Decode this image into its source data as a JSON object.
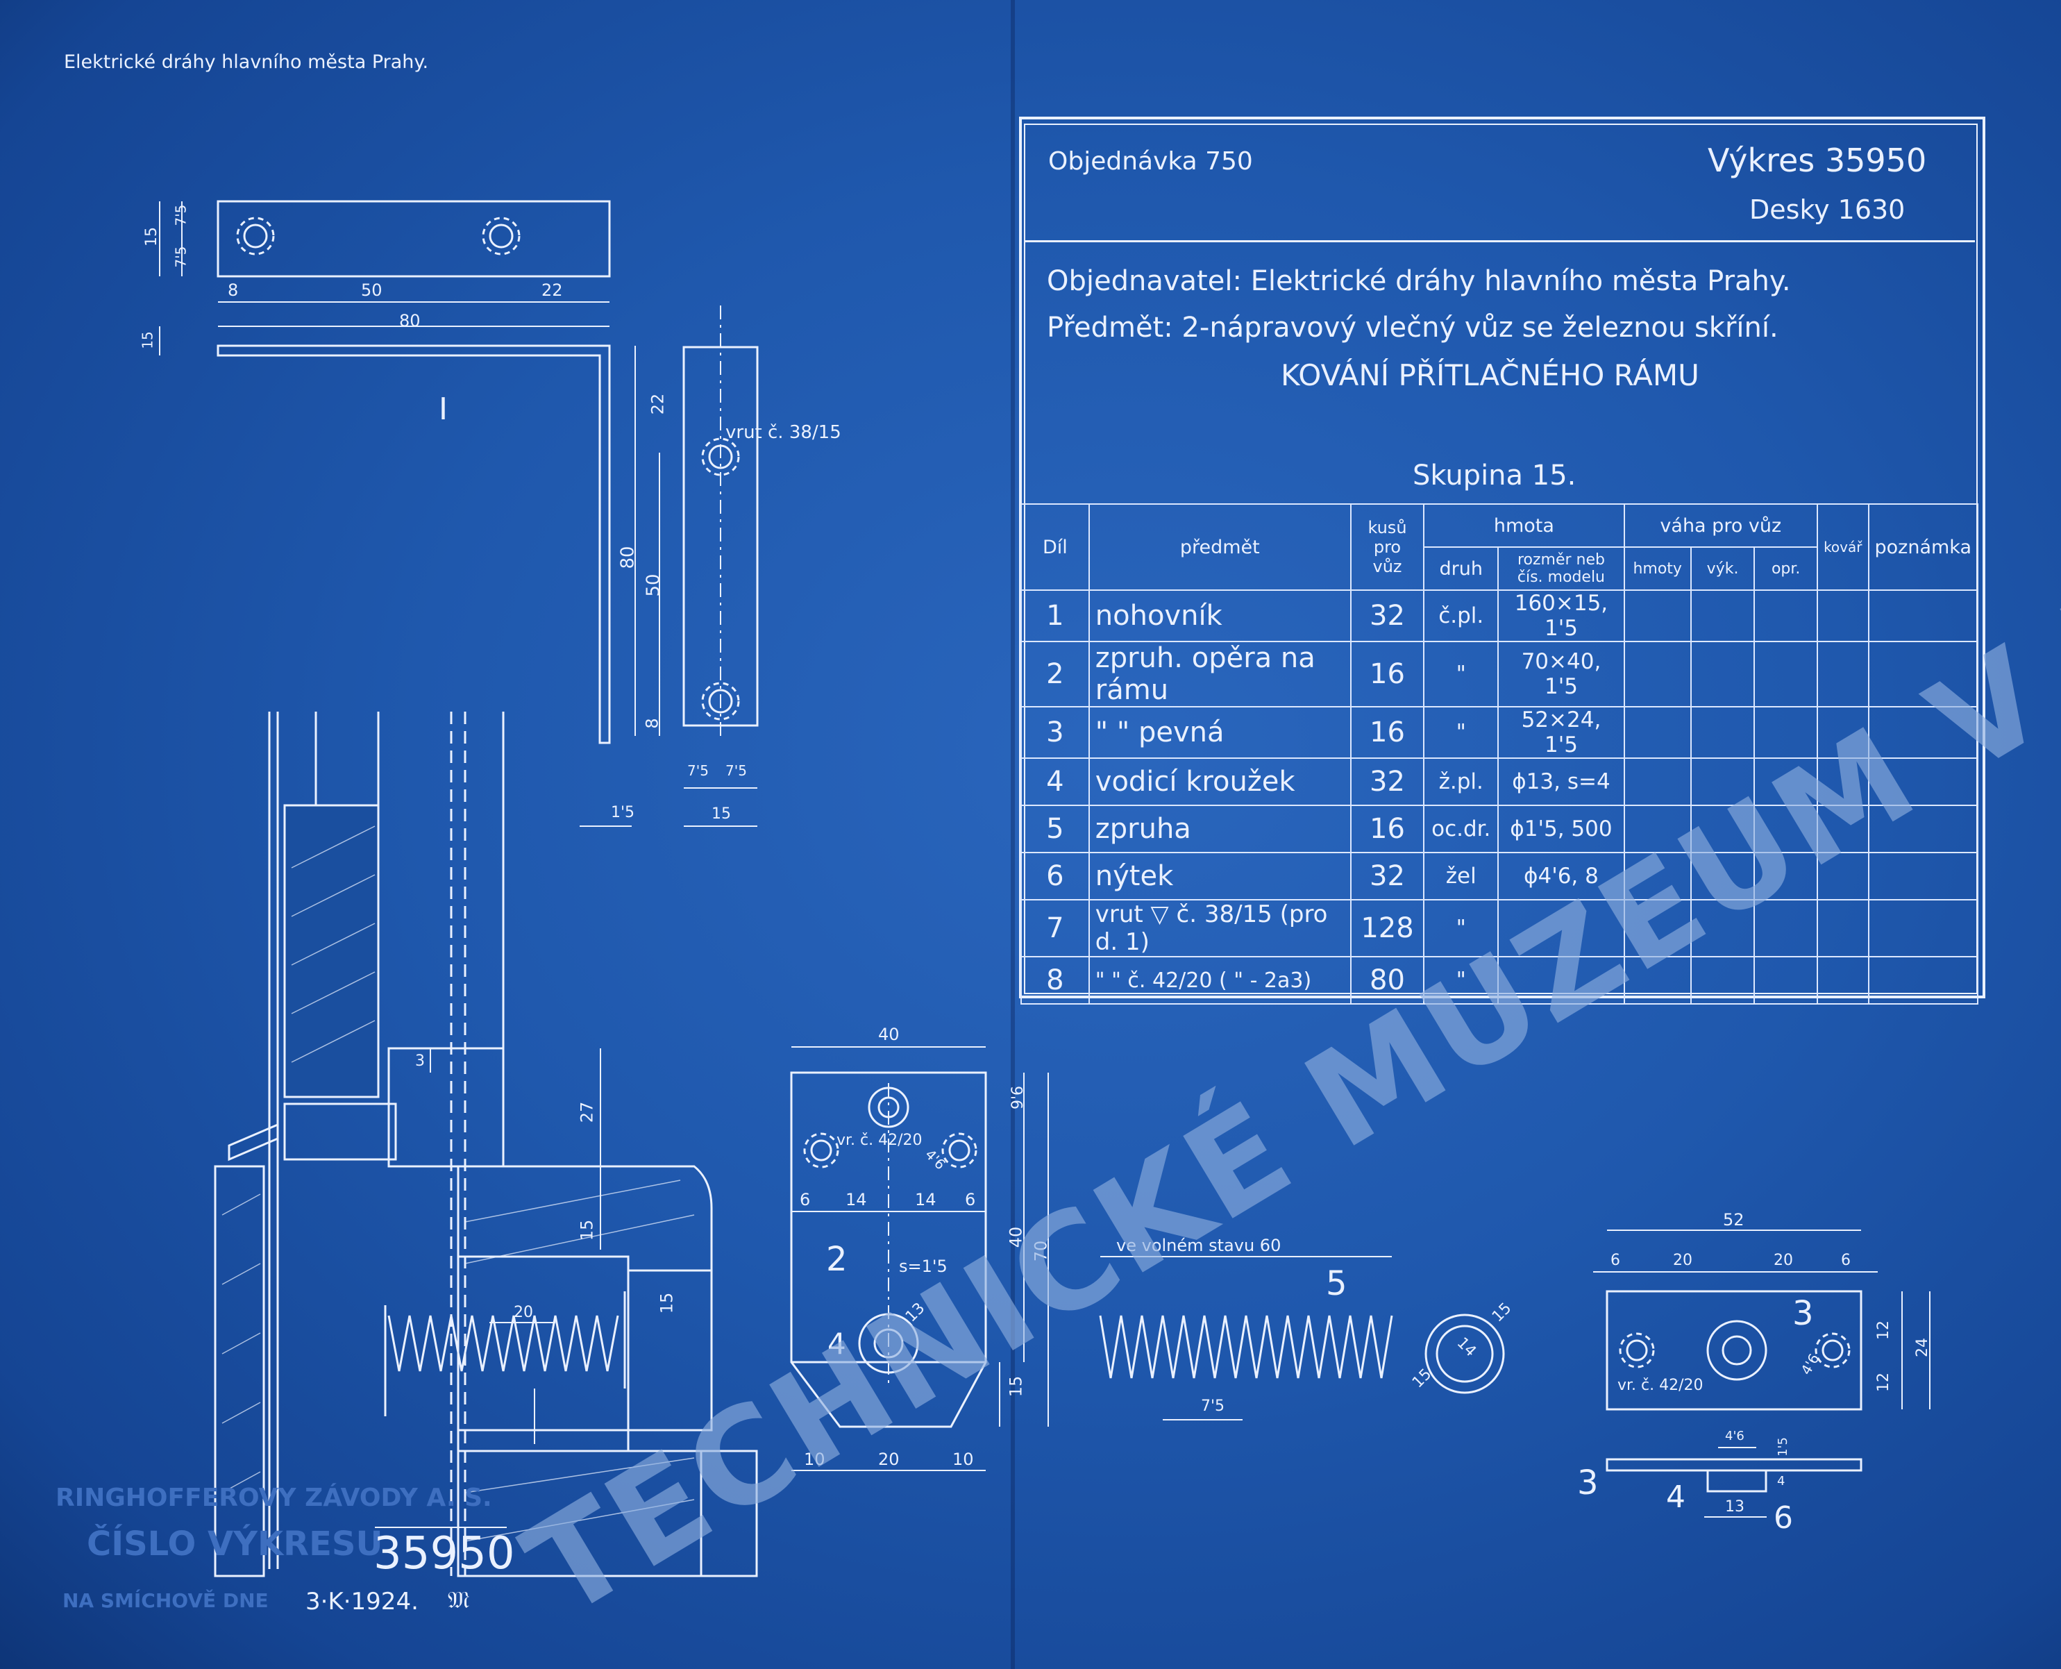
{
  "header": {
    "org_left": "Elektrické dráhy hlavního města Prahy."
  },
  "title_block": {
    "order": "Objednávka 750",
    "drawing": "Výkres 35950",
    "plates": "Desky 1630",
    "customer": "Objednavatel: Elektrické dráhy hlavního města Prahy.",
    "subject": "Předmět:  2-nápravový vlečný vůz se železnou skříní.",
    "name": "KOVÁNÍ PŘÍTLAČNÉHO RÁMU",
    "group": "Skupina 15."
  },
  "parts_table": {
    "headers": {
      "dil": "Díl",
      "predmet": "předmět",
      "kusu": "kusů pro vůz",
      "hmota": "hmota",
      "druh": "druh",
      "rozmer": "rozměr neb čís. modelu",
      "vaha": "váha pro vůz",
      "hmoty": "hmoty",
      "vyk": "výk.",
      "opr": "opr.",
      "kovar": "kovář",
      "poznamka": "poznámka"
    },
    "rows": [
      {
        "dil": "1",
        "predmet": "nohovník",
        "kusu": "32",
        "druh": "č.pl.",
        "rozmer": "160×15, 1'5"
      },
      {
        "dil": "2",
        "predmet": "zpruh. opěra na rámu",
        "kusu": "16",
        "druh": "\"",
        "rozmer": "70×40, 1'5"
      },
      {
        "dil": "3",
        "predmet": "\"   \"   pevná",
        "kusu": "16",
        "druh": "\"",
        "rozmer": "52×24, 1'5"
      },
      {
        "dil": "4",
        "predmet": "vodicí kroužek",
        "kusu": "32",
        "druh": "ž.pl.",
        "rozmer": "ϕ13, s=4"
      },
      {
        "dil": "5",
        "predmet": "zpruha",
        "kusu": "16",
        "druh": "oc.dr.",
        "rozmer": "ϕ1'5, 500"
      },
      {
        "dil": "6",
        "predmet": "nýtek",
        "kusu": "32",
        "druh": "žel",
        "rozmer": "ϕ4'6, 8"
      },
      {
        "dil": "7",
        "predmet": "vrut ▽ č. 38/15  (pro d. 1)",
        "kusu": "128",
        "druh": "\"",
        "rozmer": ""
      },
      {
        "dil": "8",
        "predmet": "\"   \"  č. 42/20  ( \"  - 2a3)",
        "kusu": "80",
        "druh": "\"",
        "rozmer": ""
      }
    ]
  },
  "part1": {
    "label": "I",
    "screw": "vrut č. 38/15",
    "dims": [
      "15",
      "7'5",
      "7'5",
      "8",
      "50",
      "22",
      "80",
      "15",
      "22",
      "80",
      "50",
      "8",
      "1'5",
      "7'5",
      "7'5",
      "15"
    ]
  },
  "part2": {
    "label": "2",
    "screw": "vr. č. 42/20",
    "thickness": "s=1'5",
    "dims": [
      "40",
      "6",
      "14",
      "14",
      "6",
      "9'6",
      "40",
      "70",
      "15",
      "10",
      "20",
      "10",
      "4'6",
      "13"
    ],
    "sub_label": "4"
  },
  "part5": {
    "label": "5",
    "free_state": "ve volném stavu 60",
    "pitch": "7'5",
    "ring_dims": [
      "15",
      "14",
      "15"
    ]
  },
  "part3": {
    "label": "3",
    "screw": "vr. č. 42/20",
    "dims": [
      "52",
      "6",
      "20",
      "20",
      "6",
      "12",
      "12",
      "24",
      "4'6",
      "1'5",
      "4'6",
      "4",
      "13"
    ],
    "side_labels": [
      "3",
      "4",
      "6"
    ]
  },
  "section": {
    "dims": [
      "3",
      "27",
      "15",
      "20",
      "15"
    ]
  },
  "stamp": {
    "company": "RINGHOFFEROVY ZÁVODY A. S.",
    "label": "ČÍSLO VÝKRESU",
    "number": "35950",
    "place": "NA SMÍCHOVĚ DNE",
    "date": "3·K·1924.",
    "initials": "𝔐"
  },
  "watermark": "TECHNICKÉ MUZEUM V BRNĚ",
  "colors": {
    "paper": "#1f58ad",
    "line": "#eaf1ff",
    "stamp": "#3e6fc0",
    "watermark": "#8fb0e0"
  }
}
